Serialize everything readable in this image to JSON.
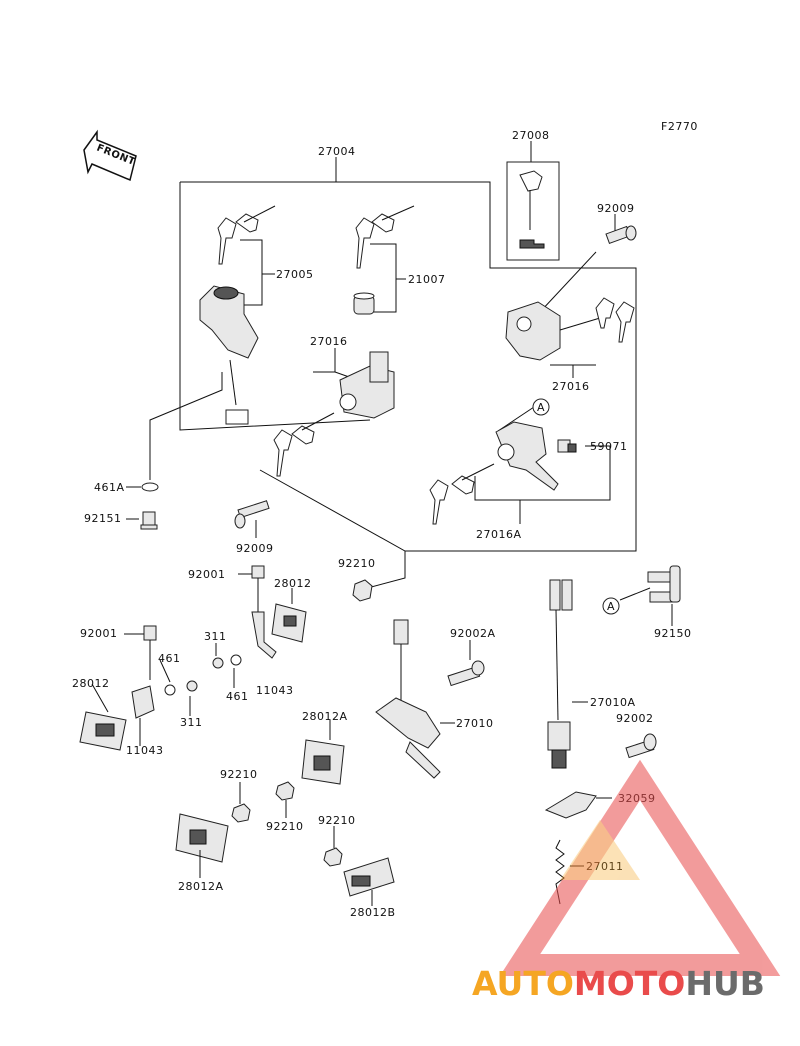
{
  "diagram_code": "F2770",
  "front_label": "FRONT",
  "labels": {
    "p27004": "27004",
    "p27008": "27008",
    "p92009_top": "92009",
    "p27005": "27005",
    "p21007": "21007",
    "p27016_mid": "27016",
    "p27016_right": "27016",
    "p461A": "461A",
    "p92151": "92151",
    "p59071": "59071",
    "p27016A": "27016A",
    "p92009_bottom": "92009",
    "p92210_a": "92210",
    "p92001_a": "92001",
    "p28012_a": "28012",
    "p92001_b": "92001",
    "p311_a": "311",
    "p461_a": "461",
    "p461_b": "461",
    "p11043_a": "11043",
    "p28012_b": "28012",
    "p311_b": "311",
    "p11043_b": "11043",
    "p92002A": "92002A",
    "p27010": "27010",
    "p92150": "92150",
    "p27010A": "27010A",
    "p92002": "92002",
    "p28012A_a": "28012A",
    "p92210_b": "92210",
    "p92210_c": "92210",
    "p92210_d": "92210",
    "p32059": "32059",
    "p27011": "27011",
    "p28012A_b": "28012A",
    "p28012B": "28012B",
    "callout_a_top": "A",
    "callout_a_right": "A"
  },
  "watermark": {
    "part1": "AUTO",
    "part2": "MOTO",
    "part3": "HUB",
    "colors": {
      "orange": "#f5a623",
      "red": "#e94b4b",
      "gray": "#6b6b6b"
    }
  }
}
